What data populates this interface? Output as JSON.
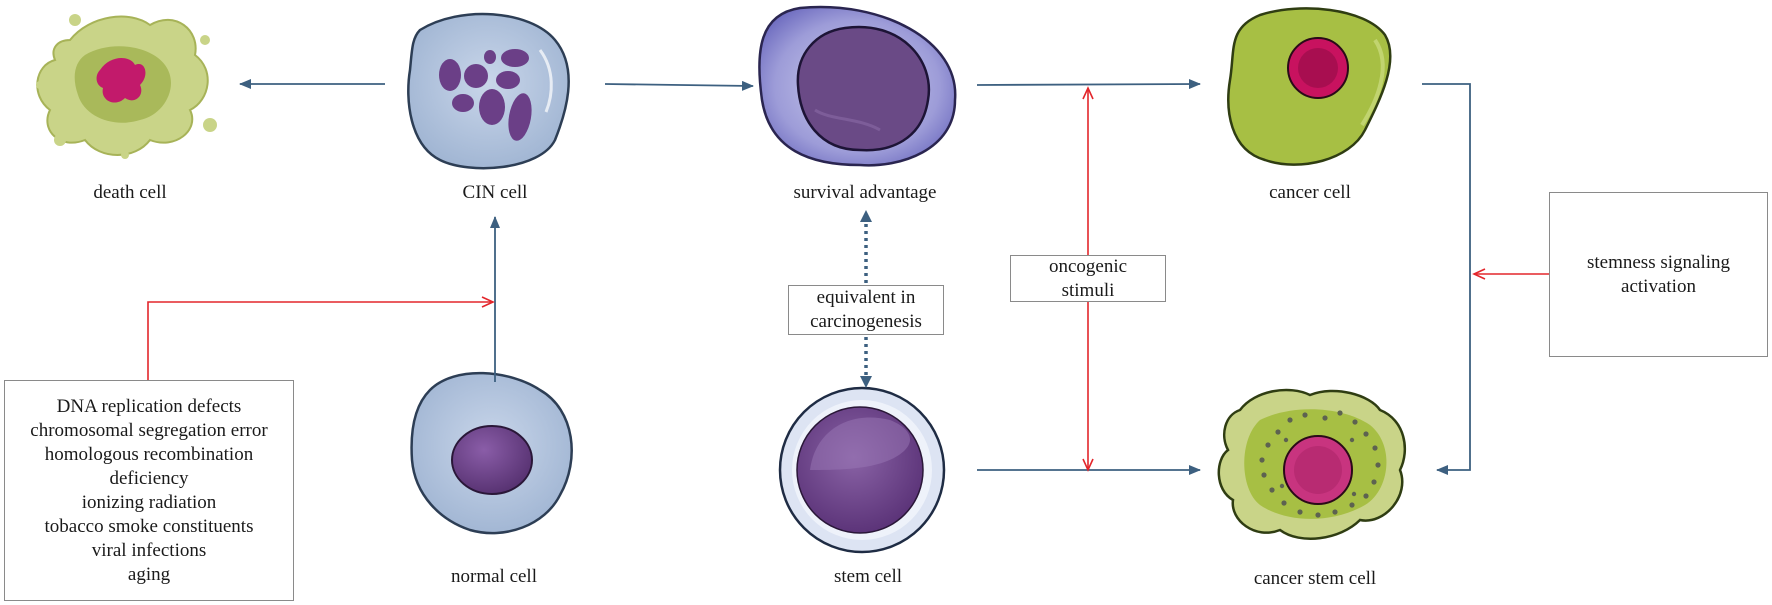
{
  "labels": {
    "death_cell": "death cell",
    "cin_cell": "CIN cell",
    "survival_advantage": "survival advantage",
    "cancer_cell": "cancer cell",
    "normal_cell": "normal cell",
    "stem_cell": "stem cell",
    "cancer_stem_cell": "cancer stem cell"
  },
  "causes_box": {
    "lines": [
      "DNA replication defects",
      "chromosomal segregation error",
      "homologous recombination",
      "deficiency",
      "ionizing radiation",
      "tobacco smoke constituents",
      "viral infections",
      "aging"
    ]
  },
  "equivalent_box": {
    "lines": [
      "equivalent in",
      "carcinogenesis"
    ]
  },
  "oncogenic_box": {
    "lines": [
      "oncogenic",
      "stimuli"
    ]
  },
  "stemness_box": {
    "lines": [
      "stemness signaling",
      "activation"
    ]
  },
  "colors": {
    "blue_arrow": "#3d6080",
    "red_arrow": "#e3262b",
    "cin_membrane": "#b4c6dd",
    "nucleus_purple": "#6b3f87",
    "cancer_green": "#a7bf44",
    "cancer_nucleus": "#c8125f"
  }
}
